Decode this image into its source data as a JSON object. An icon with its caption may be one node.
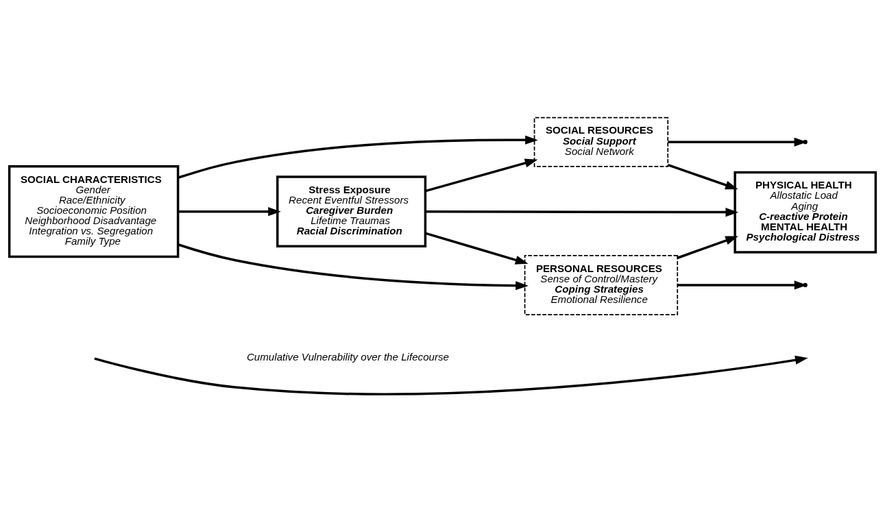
{
  "diagram": {
    "nodes": [
      {
        "text": [
          "SOCIAL CHARACTERISTICS",
          "Gender",
          "Race/Ethnicity",
          "Socioeconomic Position",
          "Neighborhood Disadvantage",
          "Integration vs. Segregation",
          "Family Type"
        ]
      },
      {
        "text": [
          "SOCIAL RESOURCES",
          "Social Support",
          "Social Network"
        ]
      },
      {
        "text": [
          "Stress Exposure",
          "Recent Eventful Stressors",
          "Caregiver Burden",
          "Lifetime Traumas",
          "Racial Discrimination"
        ]
      },
      {
        "text": [
          "PERSONAL RESOURCES",
          "Sense of Control/Mastery",
          "Coping Strategies",
          "Emotional Resilience"
        ]
      },
      {
        "text": [
          "PHYSICAL HEALTH",
          "Allostatic Load",
          "Aging",
          "C-reactive Protein",
          "MENTAL HEALTH",
          "Psychological Distress"
        ]
      }
    ],
    "edges": [
      {
        "from": 0,
        "to": 1,
        "arrow": "to"
      },
      {
        "from": 0,
        "to": 2,
        "arrow": "to"
      },
      {
        "from": 0,
        "to": 3,
        "arrow": "to"
      },
      {
        "from": 2,
        "to": 1,
        "arrow": "to"
      },
      {
        "from": 2,
        "to": 3,
        "arrow": "to"
      },
      {
        "from": 2,
        "to": 4,
        "arrow": "to"
      },
      {
        "from": 1,
        "to": null,
        "arrow": "to"
      },
      {
        "from": 3,
        "to": null,
        "arrow": "to"
      },
      {
        "from": 1,
        "to": 4,
        "arrow": "to"
      },
      {
        "from": 3,
        "to": 4,
        "arrow": "to"
      }
    ],
    "labels": [
      "Cumulative Vulnerability over the Lifecourse"
    ]
  }
}
